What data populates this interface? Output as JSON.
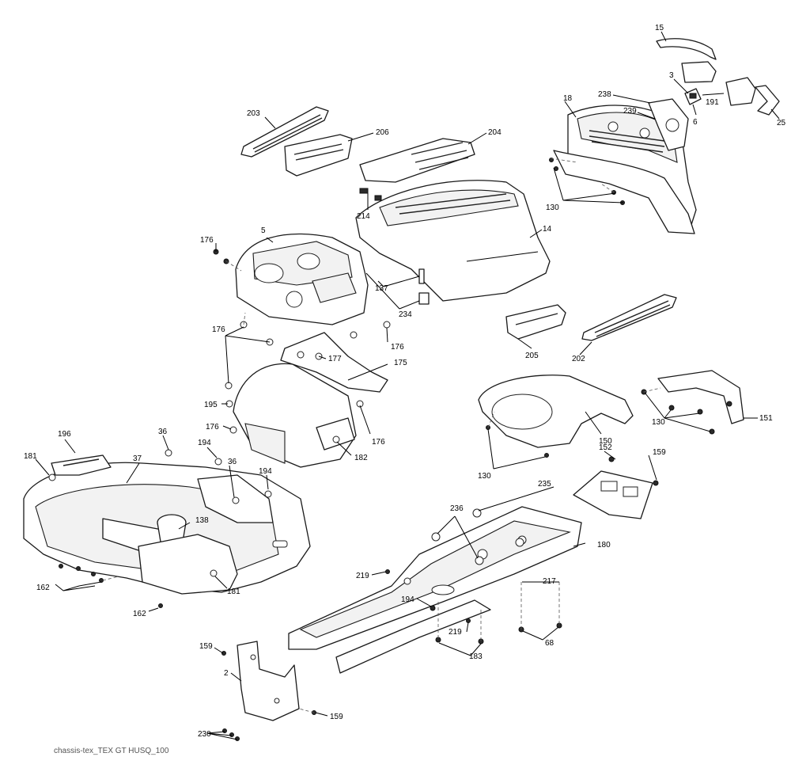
{
  "diagram": {
    "caption": "chassis-tex_TEX GT HUSQ_100",
    "callouts": {
      "c15": "15",
      "c3": "3",
      "c191": "191",
      "c6": "6",
      "c25": "25",
      "c238": "238",
      "c239": "239",
      "c18": "18",
      "c130a": "130",
      "c203": "203",
      "c206": "206",
      "c204": "204",
      "c214": "214",
      "c14": "14",
      "c5": "5",
      "c176a": "176",
      "c137": "137",
      "c234": "234",
      "c205": "205",
      "c202": "202",
      "c176b": "176",
      "c176c": "176",
      "c177": "177",
      "c175": "175",
      "c195": "195",
      "c176d": "176",
      "c176e": "176",
      "c182": "182",
      "c150": "150",
      "c130b": "130",
      "c130c": "130",
      "c151": "151",
      "c196": "196",
      "c36a": "36",
      "c194a": "194",
      "c36b": "36",
      "c194b": "194",
      "c181a": "181",
      "c37": "37",
      "c138": "138",
      "c181b": "181",
      "c162a": "162",
      "c162b": "162",
      "c152": "152",
      "c159a": "159",
      "c235": "235",
      "c236": "236",
      "c180": "180",
      "c219a": "219",
      "c194c": "194",
      "c219b": "219",
      "c217": "217",
      "c183": "183",
      "c68": "68",
      "c159b": "159",
      "c2": "2",
      "c159c": "159",
      "c230": "230"
    }
  }
}
